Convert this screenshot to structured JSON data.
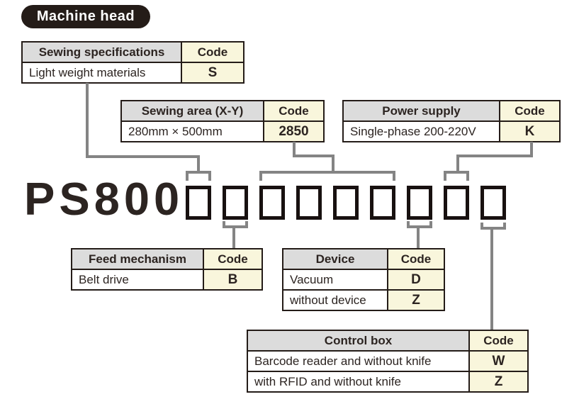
{
  "badge": {
    "label": "Machine head"
  },
  "model": {
    "prefix": "PS800",
    "placeholder_count": 9
  },
  "tables": {
    "sewing_specifications": {
      "header": [
        "Sewing specifications",
        "Code"
      ],
      "rows": [
        [
          "Light weight materials",
          "S"
        ]
      ]
    },
    "sewing_area": {
      "header": [
        "Sewing area (X-Y)",
        "Code"
      ],
      "rows": [
        [
          "280mm × 500mm",
          "2850"
        ]
      ]
    },
    "power_supply": {
      "header": [
        "Power supply",
        "Code"
      ],
      "rows": [
        [
          "Single-phase 200-220V",
          "K"
        ]
      ]
    },
    "feed_mechanism": {
      "header": [
        "Feed mechanism",
        "Code"
      ],
      "rows": [
        [
          "Belt drive",
          "B"
        ]
      ]
    },
    "device": {
      "header": [
        "Device",
        "Code"
      ],
      "rows": [
        [
          "Vacuum",
          "D"
        ],
        [
          "without device",
          "Z"
        ]
      ]
    },
    "control_box": {
      "header": [
        "Control box",
        "Code"
      ],
      "rows": [
        [
          "Barcode reader and without knife",
          "W"
        ],
        [
          "with RFID and without knife",
          "Z"
        ]
      ]
    }
  },
  "colors": {
    "header_bg": "#dcdcdc",
    "code_bg": "#f9f6dc",
    "table_border": "#241c18",
    "connector": "#848484",
    "badge_bg": "#241c18",
    "badge_text": "#ffffff",
    "text": "#2c2421"
  }
}
